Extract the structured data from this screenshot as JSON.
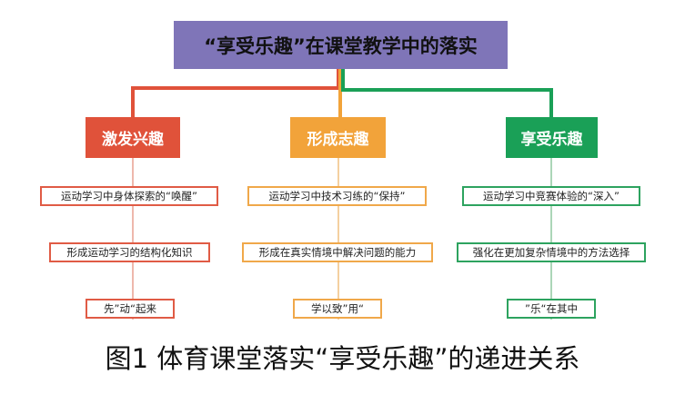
{
  "colors": {
    "root": "#7f75b8",
    "red": "#e0523a",
    "orange": "#f2a33a",
    "green": "#1aa057"
  },
  "root": {
    "label": "“享受乐趣”在课堂教学中的落实"
  },
  "branches": [
    {
      "label": "激发兴趣",
      "items": [
        "运动学习中身体探索的“唤醒”",
        "形成运动学习的结构化知识",
        "先”动“起来"
      ]
    },
    {
      "label": "形成志趣",
      "items": [
        "运动学习中技术习练的“保持”",
        "形成在真实情境中解决问题的能力",
        "学以致”用“"
      ]
    },
    {
      "label": "享受乐趣",
      "items": [
        "运动学习中竞赛体验的“深入”",
        "强化在更加复杂情境中的方法选择",
        "”乐“在其中"
      ]
    }
  ],
  "caption": "图1  体育课堂落实“享受乐趣”的递进关系"
}
